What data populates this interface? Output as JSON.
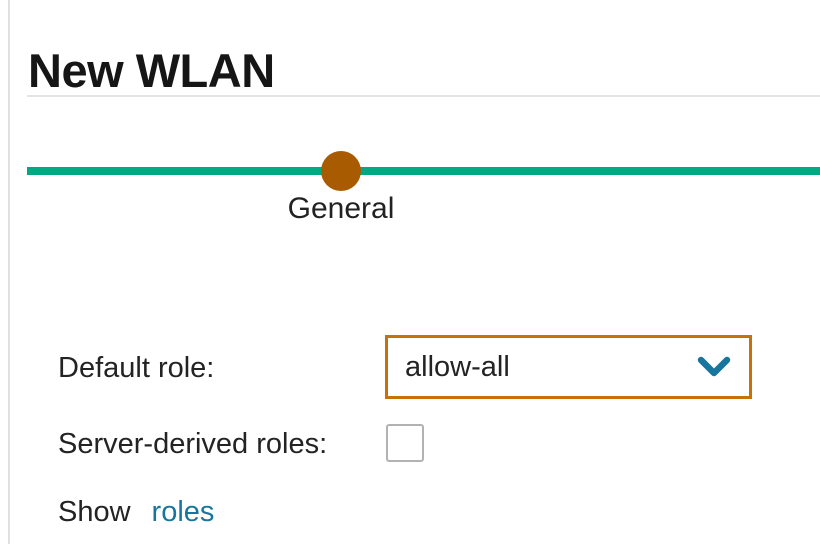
{
  "header": {
    "title": "New WLAN"
  },
  "stepper": {
    "active_step_label": "General"
  },
  "form": {
    "default_role": {
      "label": "Default role:",
      "value": "allow-all"
    },
    "server_derived_roles": {
      "label": "Server-derived roles:",
      "checked": false
    },
    "show": {
      "label": "Show",
      "link_label": "roles"
    }
  },
  "icons": {
    "dropdown": "chevron-down-icon"
  },
  "colors": {
    "stepper_track": "#01a982",
    "stepper_marker": "#a85b00",
    "select_border": "#c8700a",
    "link_blue": "#17759e",
    "divider": "#e4e4e4",
    "checkbox_border": "#b2b2b2",
    "text": "#232323"
  }
}
